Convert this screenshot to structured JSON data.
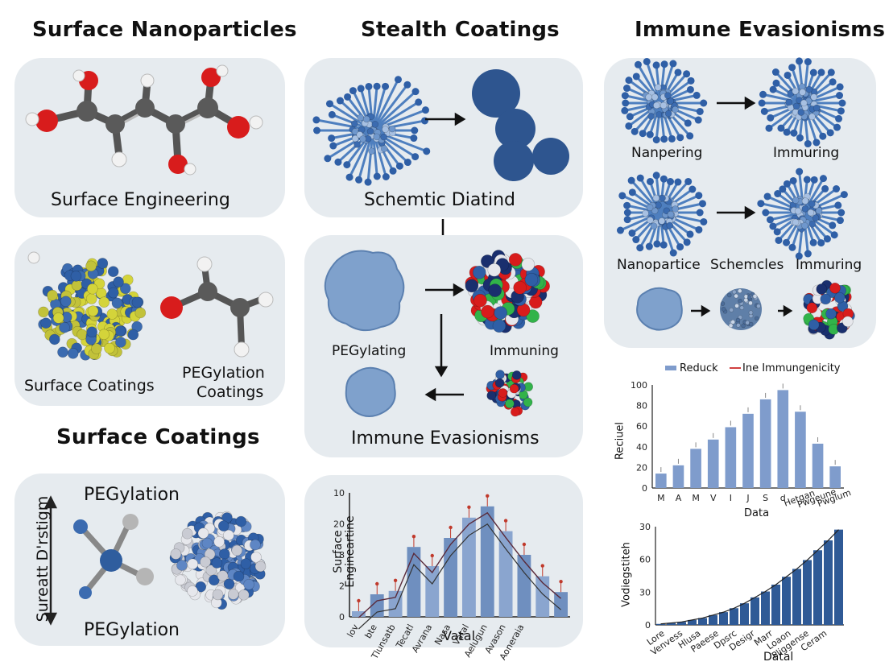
{
  "titles": {
    "col1": "Surface Nanoparticles",
    "col2": "Stealth Coatings",
    "col3": "Immune Evasionisms",
    "col1_section": "Surface Coatings"
  },
  "panel1": {
    "caption": "Surface Engineering"
  },
  "panel2": {
    "caption_left": "Surface Coatings",
    "caption_right_1": "PEGylation",
    "caption_right_2": "Coatings"
  },
  "panel3": {
    "top": "PEGylation",
    "bottom": "PEGylation",
    "side": "Sureatt D'rstigm"
  },
  "panel4": {
    "caption": "Schemtic Diatind"
  },
  "panel5": {
    "left": "PEGylating",
    "right": "Immuning",
    "caption": "Immune Evasionisms"
  },
  "panel7": {
    "row1_left": "Nanpering",
    "row1_right": "Immuring",
    "row2_left": "Nanopartice",
    "row2_mid": "Schemcles",
    "row2_right": "Immuring"
  },
  "chart_data": [
    {
      "type": "bar",
      "title": "",
      "ylabel": "Surface Engineartine",
      "xlabel": "Vatal",
      "yticks": [
        "0",
        "2",
        "8",
        "20",
        "10"
      ],
      "categories": [
        "lov",
        "bte",
        "Tlunsatb",
        "Tecatl",
        "Avrana",
        "Nasa",
        "Vatal",
        "Aelugun",
        "Avason",
        "Aoneraia",
        "",
        ""
      ],
      "values": [
        0.5,
        2.0,
        2.3,
        6.2,
        4.5,
        7.0,
        8.8,
        9.8,
        7.6,
        5.5,
        3.6,
        2.2
      ],
      "overlay_lines": 2
    },
    {
      "type": "bar",
      "legend": [
        "Reduck",
        "Ine Immungenicity"
      ],
      "ylabel": "Reciuel",
      "xlabel": "Data",
      "ylim": [
        0,
        100
      ],
      "yticks": [
        "0",
        "20",
        "40",
        "60",
        "80",
        "100"
      ],
      "categories": [
        "M",
        "A",
        "M",
        "V",
        "I",
        "J",
        "S",
        "d",
        "Hetgan",
        "Pwgeune",
        "Pwglum"
      ],
      "values": [
        14,
        22,
        38,
        47,
        59,
        72,
        86,
        95,
        74,
        43,
        21
      ]
    },
    {
      "type": "bar",
      "ylabel": "Vodiegstiteh",
      "xlabel": "Datal",
      "yticks": [
        "0",
        "30",
        "60",
        "30"
      ],
      "categories": [
        "Lore",
        "Venvess",
        "Hlusa",
        "Paeese",
        "Dpsrc",
        "Desigr",
        "Marr",
        "Loaon",
        "Pliggense",
        "Ceram"
      ],
      "values": [
        1,
        2,
        3,
        5,
        7,
        10,
        13,
        17,
        22,
        28,
        34,
        41,
        49,
        57,
        66,
        76,
        86,
        97
      ]
    }
  ]
}
